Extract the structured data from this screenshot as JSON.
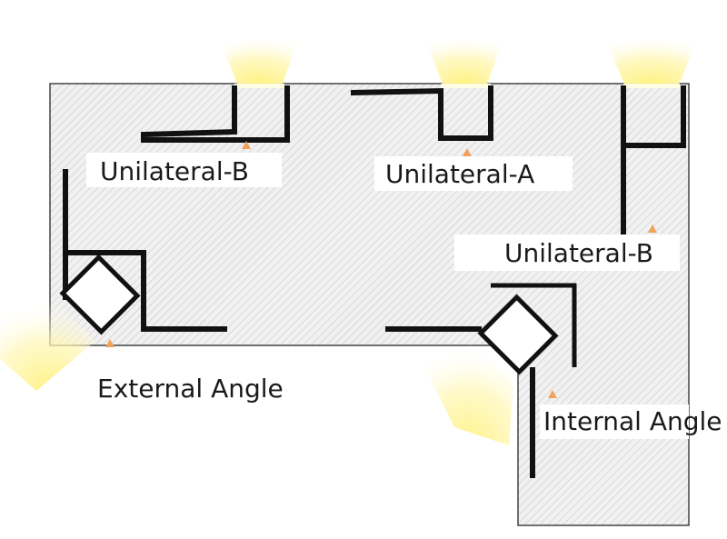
{
  "labels": {
    "unilateral_b_top": "Unilateral-B",
    "unilateral_a_top": "Unilateral-A",
    "unilateral_b_right": "Unilateral-B",
    "external_angle": "External Angle",
    "internal_angle": "Internal Angle"
  },
  "colors": {
    "wall_fill": "#f1f1f1",
    "wall_hatch": "#c8c8c8",
    "wall_outline": "#444444",
    "profile": "#111111",
    "light": "#fff6a8",
    "marker": "#f0a25c"
  }
}
